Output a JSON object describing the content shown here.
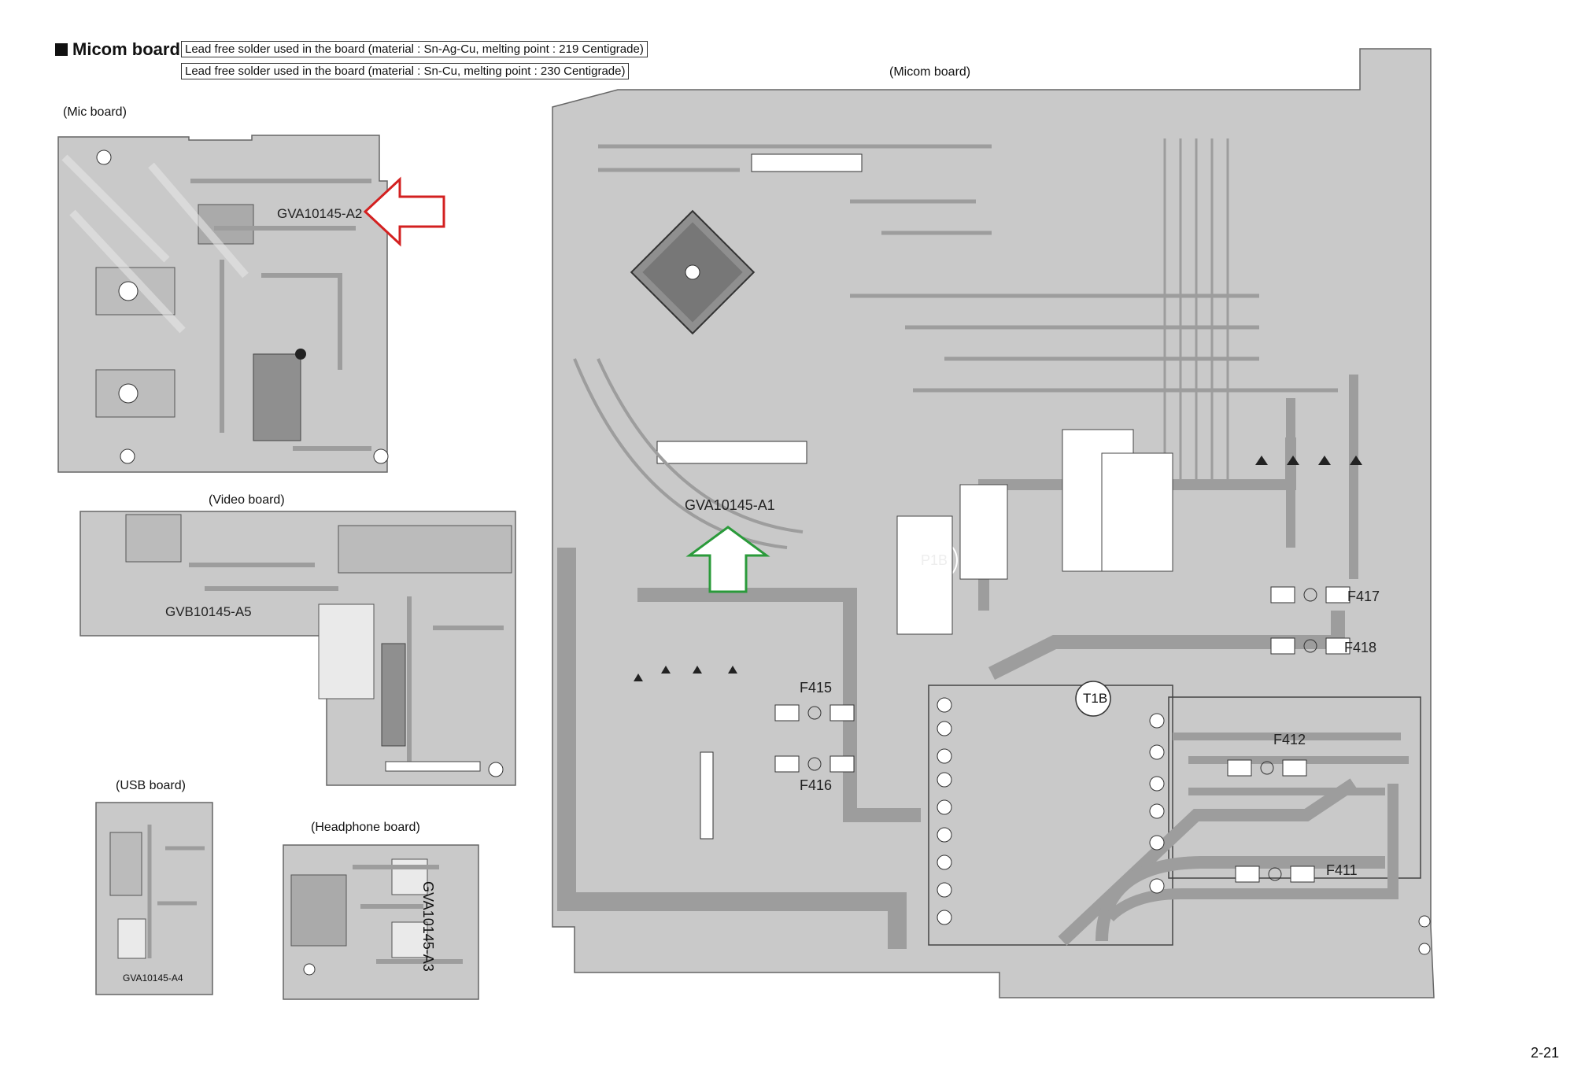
{
  "header": {
    "title": "Micom board",
    "notes": [
      "Lead free solder used in the board (material : Sn-Ag-Cu, melting point : 219 Centigrade)",
      "Lead free solder used in the board (material : Sn-Cu, melting point : 230 Centigrade)"
    ]
  },
  "boards": {
    "mic": {
      "title": "(Mic board)",
      "code": "GVA10145-A2"
    },
    "video": {
      "title": "(Video board)",
      "code": "GVB10145-A5"
    },
    "usb": {
      "title": "(USB board)",
      "code": "GVA10145-A4"
    },
    "headphone": {
      "title": "(Headphone board)",
      "code": "GVA10145-A3"
    },
    "micom": {
      "title": "(Micom board)",
      "code": "GVA10145-A1"
    }
  },
  "labels": {
    "p1b": "P1B",
    "t1b": "T1B",
    "f411": "F411",
    "f412": "F412",
    "f415": "F415",
    "f416": "F416",
    "f417": "F417",
    "f418": "F418"
  },
  "colors": {
    "mic_arrow": "#d32020",
    "micom_arrow": "#2a9a3a",
    "pcb_fill": "#c9c9c9",
    "trace": "#9d9d9d"
  },
  "page_number": "2-21"
}
